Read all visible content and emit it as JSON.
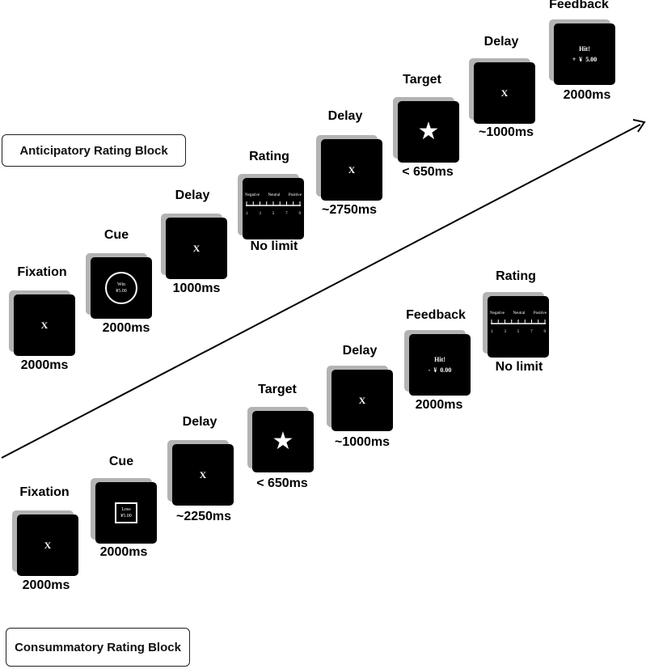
{
  "blocks": {
    "anticipatory": "Anticipatory Rating Block",
    "consummatory": "Consummatory Rating Block"
  },
  "anticipatory_steps": [
    {
      "title": "Fixation",
      "duration": "2000ms",
      "screen": {
        "symbol": "X"
      }
    },
    {
      "title": "Cue",
      "duration": "2000ms",
      "screen": {
        "line1": "Win",
        "line2": "¥5.00"
      }
    },
    {
      "title": "Delay",
      "duration": "1000ms",
      "screen": {
        "symbol": "X"
      }
    },
    {
      "title": "Rating",
      "duration": "No limit",
      "screen": {
        "labels": [
          "Negative",
          "Neutral",
          "Positive"
        ],
        "numbers": [
          "1",
          "3",
          "5",
          "7",
          "9"
        ]
      }
    },
    {
      "title": "Delay",
      "duration": "~2750ms",
      "screen": {
        "symbol": "X"
      }
    },
    {
      "title": "Target",
      "duration": "< 650ms",
      "screen": {
        "symbol": "★"
      }
    },
    {
      "title": "Delay",
      "duration": "~1000ms",
      "screen": {
        "symbol": "X"
      }
    },
    {
      "title": "Feedback",
      "duration": "2000ms",
      "screen": {
        "line1": "Hit!",
        "line2": "+  ¥  5.00"
      }
    }
  ],
  "consummatory_steps": [
    {
      "title": "Fixation",
      "duration": "2000ms",
      "screen": {
        "symbol": "X"
      }
    },
    {
      "title": "Cue",
      "duration": "2000ms",
      "screen": {
        "line1": "Loss",
        "line2": "¥5.00"
      }
    },
    {
      "title": "Delay",
      "duration": "~2250ms",
      "screen": {
        "symbol": "X"
      }
    },
    {
      "title": "Target",
      "duration": "< 650ms",
      "screen": {
        "symbol": "★"
      }
    },
    {
      "title": "Delay",
      "duration": "~1000ms",
      "screen": {
        "symbol": "X"
      }
    },
    {
      "title": "Feedback",
      "duration": "2000ms",
      "screen": {
        "line1": "Hit!",
        "line2": "-  ¥  0.00"
      }
    },
    {
      "title": "Rating",
      "duration": "No limit",
      "screen": {
        "labels": [
          "Negative",
          "Neutral",
          "Positive"
        ],
        "numbers": [
          "1",
          "3",
          "5",
          "7",
          "9"
        ]
      }
    }
  ],
  "colors": {
    "screen": "#000000",
    "shadow": "#b3b3b3",
    "text": "#000000"
  }
}
